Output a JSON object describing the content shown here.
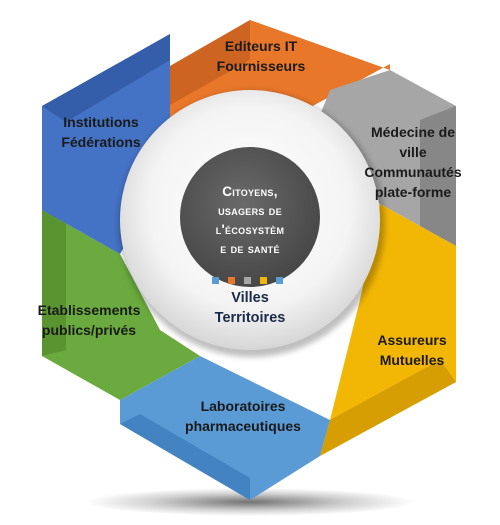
{
  "segments": [
    {
      "id": "editeurs",
      "label": "Editeurs IT\nFournisseurs",
      "color": "#e8772a",
      "color_dark": "#b8561a",
      "text": "dark"
    },
    {
      "id": "medecine",
      "label": "Médecine de\nville\nCommunautés\nplate-forme",
      "color": "#a6a6a6",
      "color_dark": "#6e6e6e",
      "text": "dark"
    },
    {
      "id": "assureurs",
      "label": "Assureurs\nMutuelles",
      "color": "#f2b705",
      "color_dark": "#c08a00",
      "text": "dark"
    },
    {
      "id": "laboratoires",
      "label": "Laboratoires\npharmaceutiques",
      "color": "#5b9bd5",
      "color_dark": "#2f6fb0",
      "text": "dark"
    },
    {
      "id": "etablissements",
      "label": "Etablissements\npublics/privés",
      "color": "#6aaa3e",
      "color_dark": "#4a8224",
      "text": "dark"
    },
    {
      "id": "institutions",
      "label": "Institutions\nFédérations",
      "color": "#4472c4",
      "color_dark": "#2a4f96",
      "text": "dark"
    }
  ],
  "center": {
    "text": "Citoyens,\nusagers de\nl'écosystèm\ne de santé",
    "color": "#595959"
  },
  "bottom": {
    "text": "Villes\nTerritoires"
  },
  "dots": [
    "#5b9bd5",
    "#e8772a",
    "#a6a6a6",
    "#f2b705",
    "#5b9bd5"
  ]
}
